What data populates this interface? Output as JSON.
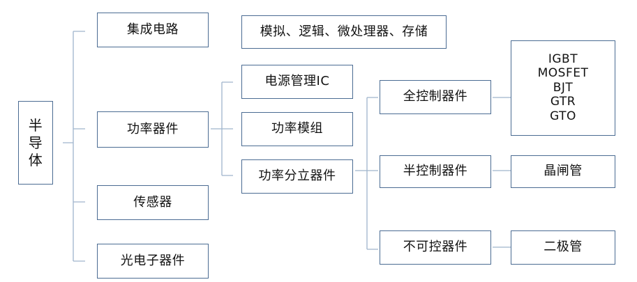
{
  "nodes": {
    "root": [
      "半",
      "导",
      "体"
    ],
    "integrated_circuit": "集成电路",
    "ic_types": "模拟、逻辑、微处理器、存储",
    "power_device": "功率器件",
    "sensor": "传感器",
    "optoelectronic_device": "光电子器件",
    "power_management_ic": "电源管理IC",
    "power_module": "功率模组",
    "power_discrete_device": "功率分立器件",
    "fully_controlled_device": "全控制器件",
    "semi_controlled_device": "半控制器件",
    "uncontrolled_device": "不可控器件",
    "fully_controlled_types": [
      "IGBT",
      "MOSFET",
      "BJT",
      "GTR",
      "GTO"
    ],
    "thyristor": "晶闸管",
    "diode": "二极管"
  },
  "colors": {
    "border": "#4a6b92",
    "connector": "#9fb4cc",
    "text": "#111111",
    "background": "#ffffff"
  }
}
